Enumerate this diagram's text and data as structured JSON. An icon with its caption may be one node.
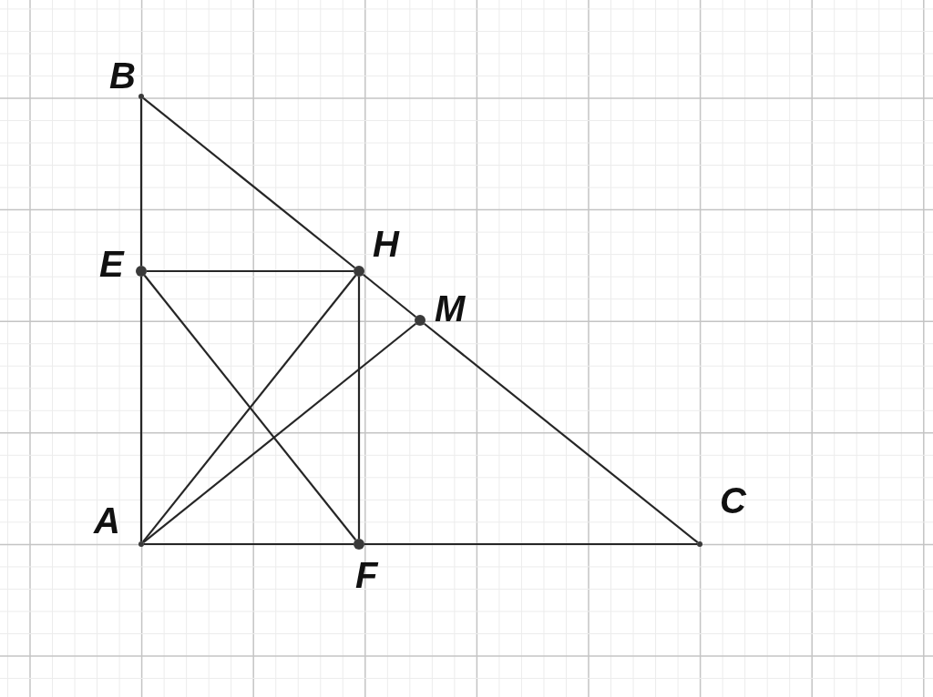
{
  "diagram": {
    "nodes": [
      {
        "text": [
          "B"
        ]
      },
      {
        "text": [
          "E"
        ]
      },
      {
        "text": [
          "H"
        ]
      },
      {
        "text": [
          "M"
        ]
      },
      {
        "text": [
          "A"
        ]
      },
      {
        "text": [
          "F"
        ]
      },
      {
        "text": [
          "C"
        ]
      }
    ],
    "edges": [
      {
        "from": 0,
        "to": 1,
        "arrow": "none"
      },
      {
        "from": 1,
        "to": 4,
        "arrow": "none"
      },
      {
        "from": 0,
        "to": 2,
        "arrow": "none"
      },
      {
        "from": 2,
        "to": 3,
        "arrow": "none"
      },
      {
        "from": 3,
        "to": 6,
        "arrow": "none"
      },
      {
        "from": 4,
        "to": 5,
        "arrow": "none"
      },
      {
        "from": 5,
        "to": 6,
        "arrow": "none"
      },
      {
        "from": 1,
        "to": 2,
        "arrow": "none"
      },
      {
        "from": 2,
        "to": 5,
        "arrow": "none"
      },
      {
        "from": 1,
        "to": 5,
        "arrow": "none"
      },
      {
        "from": 4,
        "to": 2,
        "arrow": "none"
      },
      {
        "from": 4,
        "to": 3,
        "arrow": "none"
      }
    ]
  }
}
